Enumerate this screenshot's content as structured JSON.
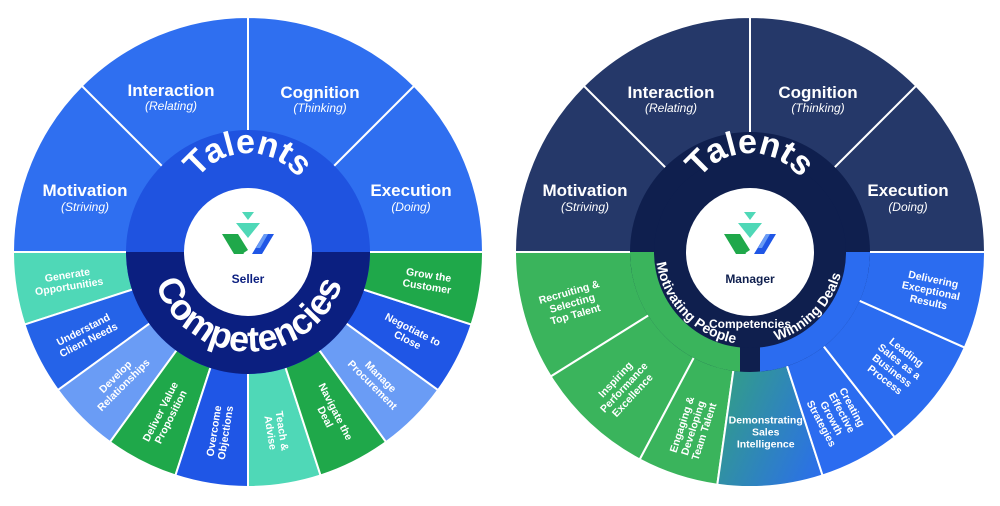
{
  "seller_wheel": {
    "center_label": "Seller",
    "talents_title": "Talents",
    "competencies_title": "Competencies",
    "talents": [
      {
        "name": "Interaction",
        "sub": "(Relating)"
      },
      {
        "name": "Cognition",
        "sub": "(Thinking)"
      },
      {
        "name": "Motivation",
        "sub": "(Striving)"
      },
      {
        "name": "Execution",
        "sub": "(Doing)"
      }
    ],
    "competencies": [
      {
        "text": "Generate Opportunities",
        "color": "#4fd8b7"
      },
      {
        "text": "Understand Client Needs",
        "color": "#2563e8"
      },
      {
        "text": "Develop Relationships",
        "color": "#6a9cf5"
      },
      {
        "text": "Deliver Value Proposition",
        "color": "#1fa84a"
      },
      {
        "text": "Overcome Objections",
        "color": "#1f56e6"
      },
      {
        "text": "Teach & Advise",
        "color": "#4fd8b7"
      },
      {
        "text": "Navigate the Deal",
        "color": "#1fa84a"
      },
      {
        "text": "Manage Procurement",
        "color": "#6a9cf5"
      },
      {
        "text": "Negotiate to Close",
        "color": "#1f56e6"
      },
      {
        "text": "Grow the Customer",
        "color": "#1fa84a"
      }
    ],
    "colors": {
      "talent_sector": "#2f6ff0",
      "ring": "#1f53e0",
      "competency_ring": "#0b1f80"
    }
  },
  "manager_wheel": {
    "center_label": "Manager",
    "talents_title": "Talents",
    "competencies_title": "Competencies",
    "group_left": "Motivating People",
    "group_right": "Winning Deals",
    "talents": [
      {
        "name": "Interaction",
        "sub": "(Relating)"
      },
      {
        "name": "Cognition",
        "sub": "(Thinking)"
      },
      {
        "name": "Motivation",
        "sub": "(Striving)"
      },
      {
        "name": "Execution",
        "sub": "(Doing)"
      }
    ],
    "competencies": [
      "Recruiting & Selecting Top Talent",
      "Inspiring Performance Excellence",
      "Engaging & Developing Team Talent",
      "Demonstrating Sales Intelligence",
      "Creating Effective Growth Strategies",
      "Leading Sales as a Business Process",
      "Delivering Exceptional Results"
    ],
    "colors": {
      "talent_sector": "#253869",
      "ring": "#0f1f4e",
      "green": "#3ab45c",
      "blue": "#2b6cf0"
    }
  }
}
